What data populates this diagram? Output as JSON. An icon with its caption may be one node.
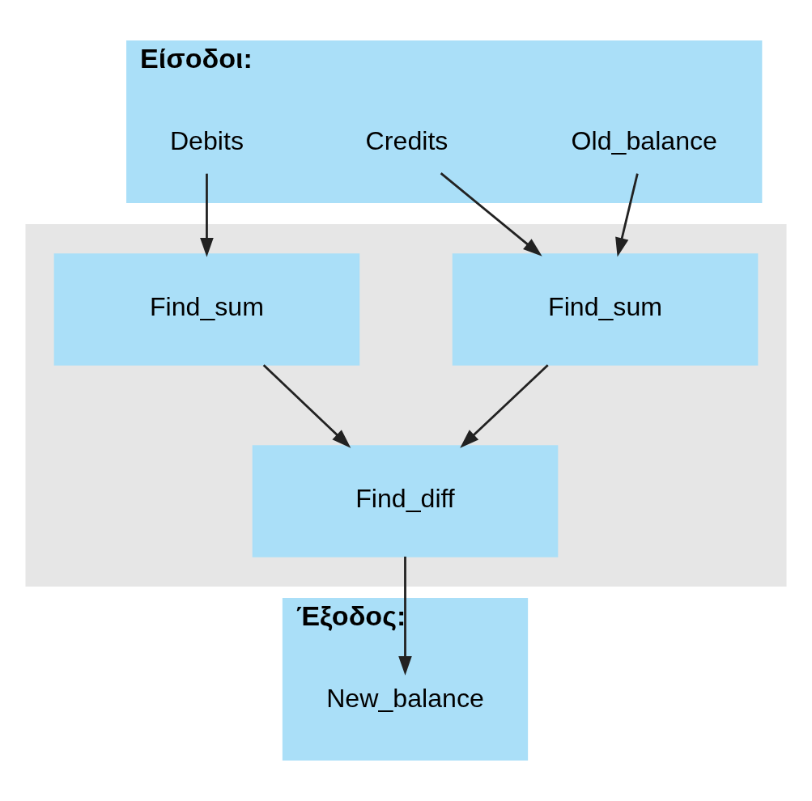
{
  "diagram": {
    "nodes": [
      {
        "text": [
          "Είσοδοι:"
        ]
      },
      {
        "text": [
          "Old_balance"
        ],
        "in": 0
      },
      {
        "text": [
          "Credits"
        ],
        "in": 0
      },
      {
        "text": [
          "Debits"
        ],
        "in": 0
      },
      {
        "text": [],
        "shape": "box"
      },
      {
        "text": [
          "Find_sum"
        ],
        "in": 4
      },
      {
        "text": [
          "Find_sum"
        ],
        "in": 4
      },
      {
        "text": [
          "Find_diff"
        ],
        "in": 4
      },
      {
        "text": [
          "Έξοδος:"
        ]
      },
      {
        "text": [
          "New_balance"
        ],
        "in": 8
      }
    ],
    "edges": [
      {
        "from": 1,
        "to": 5,
        "arrow": "to"
      },
      {
        "from": 2,
        "to": 5,
        "arrow": "to"
      },
      {
        "from": 3,
        "to": 6,
        "arrow": "to"
      },
      {
        "from": 5,
        "to": 7,
        "arrow": "to"
      },
      {
        "from": 6,
        "to": 7,
        "arrow": "to"
      },
      {
        "from": 7,
        "to": 9,
        "arrow": "to"
      }
    ]
  }
}
